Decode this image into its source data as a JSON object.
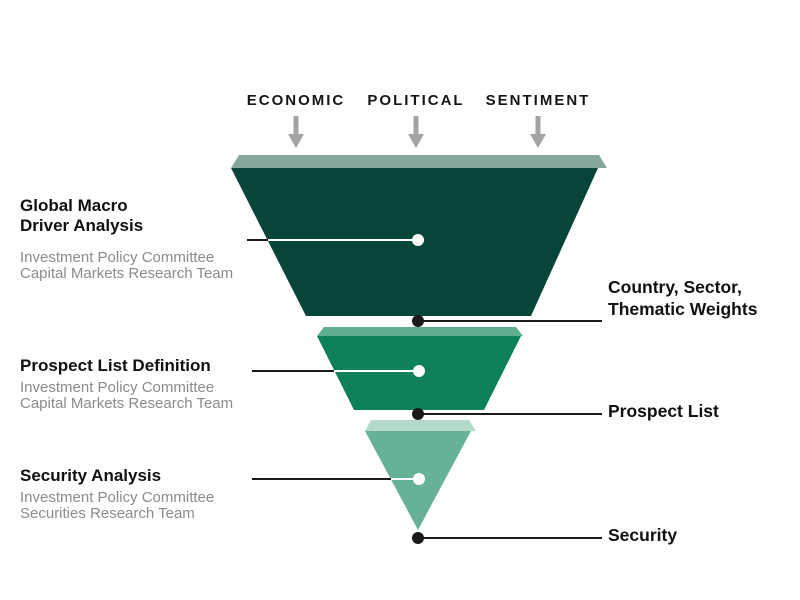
{
  "inputs": [
    {
      "label": "ECONOMIC"
    },
    {
      "label": "POLITICAL"
    },
    {
      "label": "SENTIMENT"
    }
  ],
  "stages": [
    {
      "title": "Global Macro\nDriver Analysis",
      "team": "Investment Policy Committee\nCapital Markets Research Team",
      "output": "Country, Sector,\nThematic Weights",
      "body_color": "#084539",
      "lid_color": "#86a89c"
    },
    {
      "title": "Prospect List Definition",
      "team": "Investment Policy Committee\nCapital Markets Research Team",
      "output": "Prospect List",
      "body_color": "#0e8159",
      "lid_color": "#5fae8d"
    },
    {
      "title": "Security Analysis",
      "team": "Investment Policy Committee\nSecurities Research Team",
      "output": "Security",
      "body_color": "#67b296",
      "lid_color": "#b3d9c8"
    }
  ],
  "colors": {
    "arrow": "#a3a3a3",
    "connector_dark": "#1a1a1a",
    "connector_light": "#ffffff",
    "heading_text": "#161616",
    "subtext": "#8b8b8b"
  }
}
